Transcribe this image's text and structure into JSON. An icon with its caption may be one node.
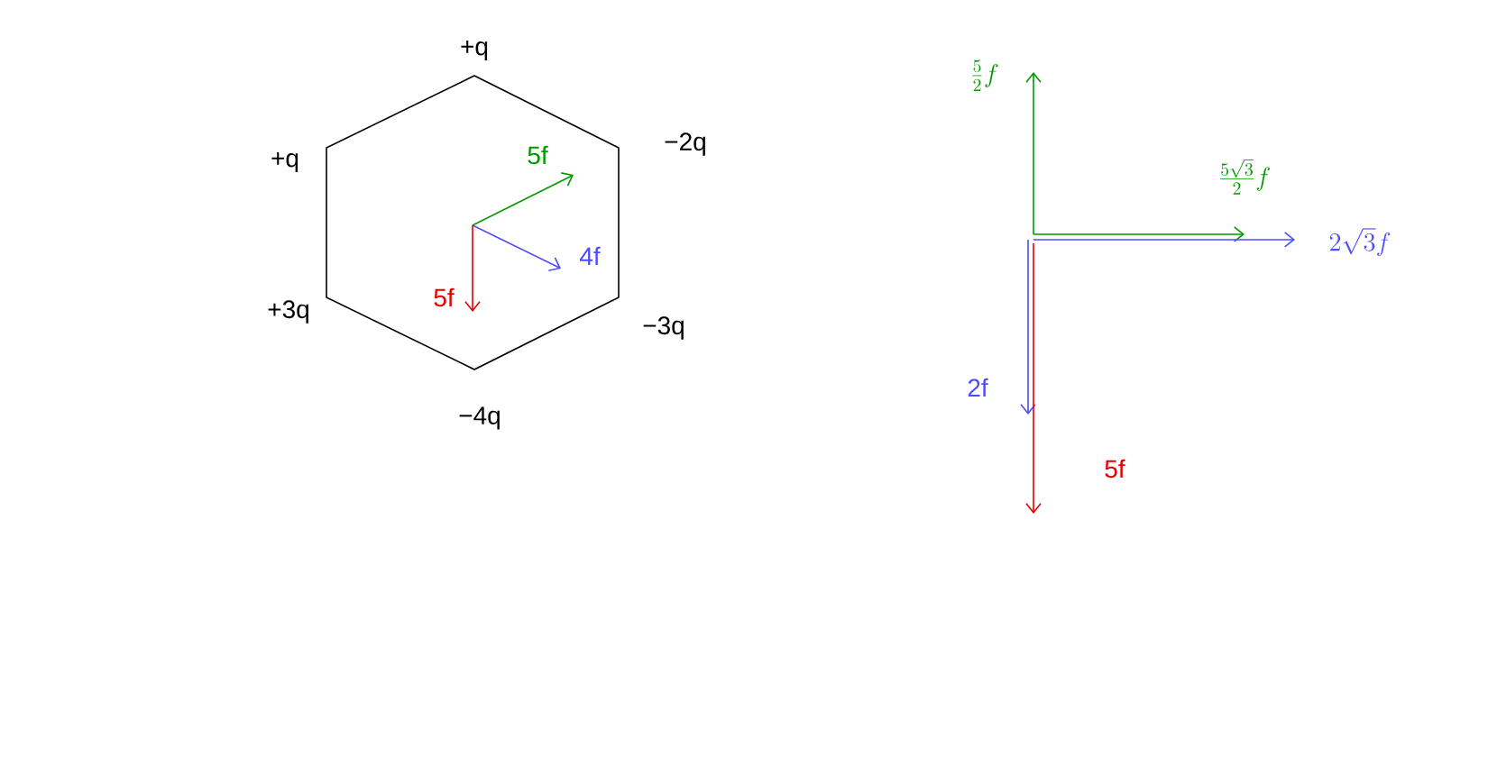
{
  "diagram": {
    "labels": [
      "+q",
      "+q",
      "−2q",
      "5f",
      "4f",
      "+3q",
      "5f",
      "−3q",
      "−4q",
      "\\frac{5}{2}f",
      "\\frac{5\\sqrt{3}}{2}f",
      "2\\sqrt{3}f",
      "2f",
      "5f"
    ]
  }
}
